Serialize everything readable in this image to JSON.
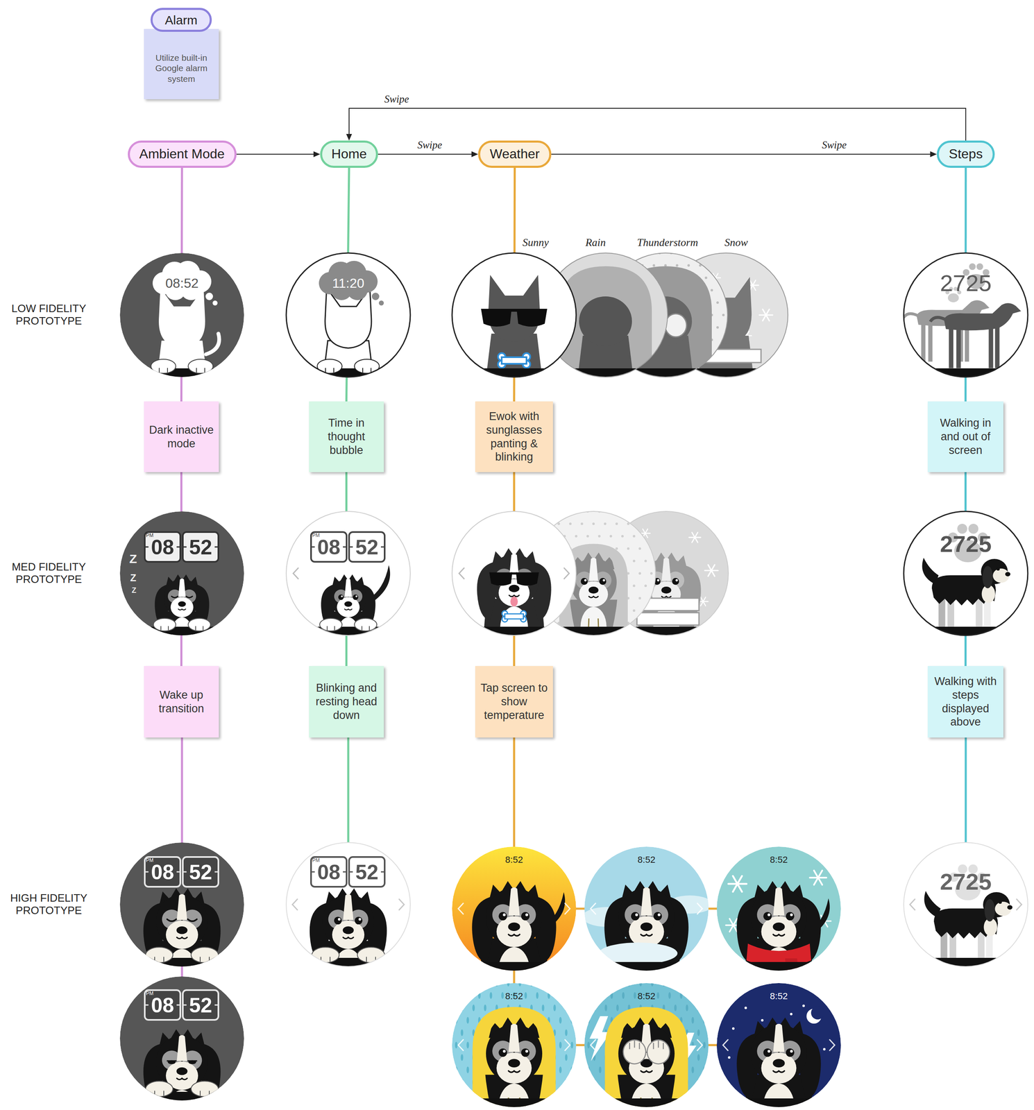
{
  "diagram": {
    "nodes": [
      {
        "text": [
          "Alarm"
        ]
      },
      {
        "text": [
          "Utilize built-in Google alarm system"
        ]
      },
      {
        "text": [
          "Ambient Mode"
        ]
      },
      {
        "text": [
          "Home"
        ]
      },
      {
        "text": [
          "Weather"
        ]
      },
      {
        "text": [
          "Steps"
        ]
      },
      {
        "text": [
          "Dark inactive mode"
        ]
      },
      {
        "text": [
          "Time in thought bubble"
        ]
      },
      {
        "text": [
          "Ewok with sunglasses panting & blinking"
        ]
      },
      {
        "text": [
          "Walking in and out of screen"
        ]
      },
      {
        "text": [
          "Wake up transition"
        ]
      },
      {
        "text": [
          "Blinking and resting head down"
        ]
      },
      {
        "text": [
          "Tap screen to show temperature"
        ]
      },
      {
        "text": [
          "Walking with steps displayed above"
        ]
      }
    ],
    "edges": [
      {
        "from": 2,
        "to": 3,
        "arrow": "to"
      },
      {
        "from": 3,
        "to": 4,
        "label": "Swipe",
        "arrow": "to"
      },
      {
        "from": 4,
        "to": 5,
        "label": "Swipe",
        "arrow": "to"
      },
      {
        "from": 5,
        "to": 3,
        "label": "Swipe",
        "arrow": "to"
      },
      {
        "from": 2,
        "to": 6,
        "arrow": "none"
      },
      {
        "from": 6,
        "to": 10,
        "arrow": "none"
      },
      {
        "from": 3,
        "to": 7,
        "arrow": "none"
      },
      {
        "from": 7,
        "to": 11,
        "arrow": "none"
      },
      {
        "from": 4,
        "to": 8,
        "arrow": "none"
      },
      {
        "from": 8,
        "to": 12,
        "arrow": "none"
      },
      {
        "from": 5,
        "to": 9,
        "arrow": "none"
      },
      {
        "from": 9,
        "to": 13,
        "arrow": "none"
      }
    ],
    "labels": [
      "LOW FIDELITY PROTOTYPE",
      "MED FIDELITY PROTOTYPE",
      "HIGH FIDELITY PROTOTYPE",
      "Sunny",
      "Rain",
      "Thunderstorm",
      "Snow",
      "08:52",
      "11:20",
      "2725",
      "Z",
      "Z",
      "Z",
      "PM",
      "08",
      "52",
      "PM",
      "08",
      "52",
      "2725",
      "PM",
      "08",
      "52",
      "PM",
      "08",
      "52",
      "PM",
      "08",
      "52",
      "8:52",
      "8:52",
      "8:52",
      "8:52",
      "8:52",
      "8:52",
      "2725"
    ]
  }
}
